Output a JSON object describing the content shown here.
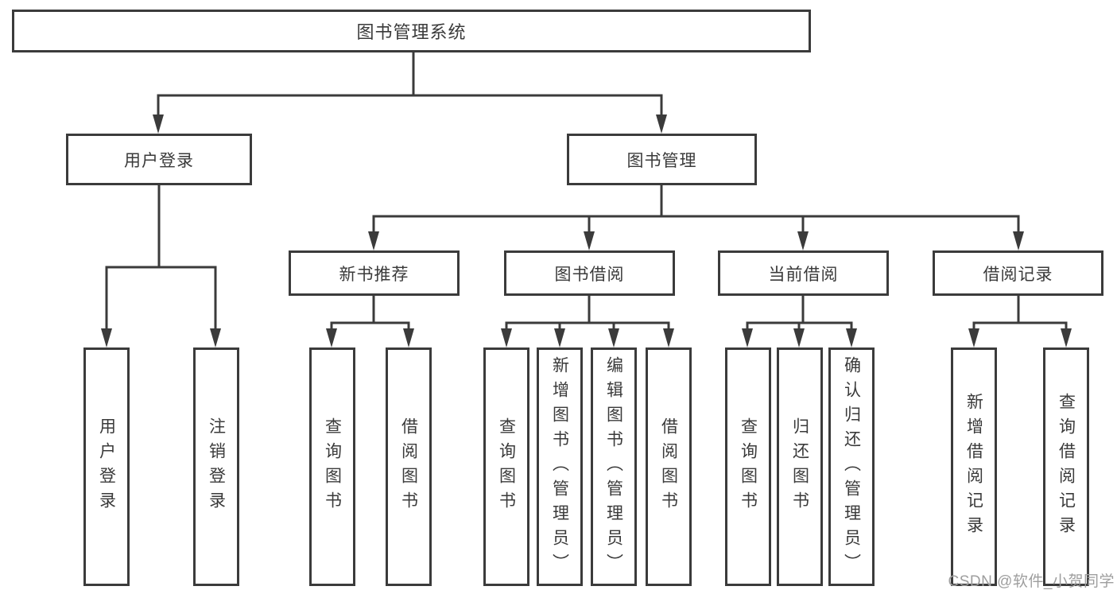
{
  "diagram_type": "tree",
  "tree": {
    "label": "图书管理系统",
    "children": [
      {
        "label": "用户登录",
        "children": [
          {
            "label": "用户登录"
          },
          {
            "label": "注销登录"
          }
        ]
      },
      {
        "label": "图书管理",
        "children": [
          {
            "label": "新书推荐",
            "children": [
              {
                "label": "查询图书"
              },
              {
                "label": "借阅图书"
              }
            ]
          },
          {
            "label": "图书借阅",
            "children": [
              {
                "label": "查询图书"
              },
              {
                "label": "新增图书（管理员）"
              },
              {
                "label": "编辑图书（管理员）"
              },
              {
                "label": "借阅图书"
              }
            ]
          },
          {
            "label": "当前借阅",
            "children": [
              {
                "label": "查询图书"
              },
              {
                "label": "归还图书"
              },
              {
                "label": "确认归还（管理员）"
              }
            ]
          },
          {
            "label": "借阅记录",
            "children": [
              {
                "label": "新增借阅记录"
              },
              {
                "label": "查询借阅记录"
              }
            ]
          }
        ]
      }
    ]
  },
  "watermark": {
    "text": "CSDN @软件_小贺同学"
  },
  "colors": {
    "line": "#3b3b3b",
    "text": "#3a3a3a",
    "watermark": "#9e9e9e",
    "background": "#ffffff"
  }
}
